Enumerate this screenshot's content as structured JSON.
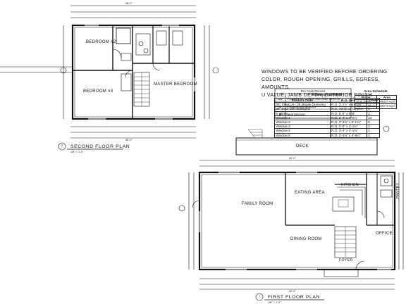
{
  "notes": {
    "line1": "Windows to be verified before ordering",
    "line2": "color, rough opening, grills, egress, amounts,",
    "line3": "U value, jamb depth, exterior finish"
  },
  "opening_schedule": {
    "title": "Opening Schedule",
    "headers": [
      "Product Code",
      "R.O. Size",
      "Count"
    ],
    "rows": [
      [
        "36\" Steel LH - 20 Minute Outswing",
        "R.O. 3'-2½\" x 6'-10½\"",
        "1"
      ],
      [
        "36\" Door with Sidelights",
        "R.O. Verify w/ supplier",
        "1"
      ],
      [
        "6' Slider",
        "R.O. 6'-0\" x 6'-8\"",
        "2"
      ],
      [
        "Window 1",
        "R.O. 2'-4\" x 4'-5¾\"",
        "13"
      ],
      [
        "Window 2",
        "R.O. 2'-3¾\" x 3'-1¾\"",
        "5"
      ],
      [
        "Window 3",
        "R.O. 2'-0\" x 4'-1¾\"",
        "2"
      ],
      [
        "Window 4",
        "R.O. 3'-4\" x 4'-1¾\"",
        "1"
      ],
      [
        "Window 5",
        "R.O. 2'-4¾\" x 4'-8¼\"",
        "2"
      ]
    ]
  },
  "fire_devices": {
    "title": "Fire Code Devices",
    "items": [
      {
        "symbol": "CO",
        "label": "Photoelectric Carbon Monoxide Detector"
      },
      {
        "symbol": "S",
        "label": "Photoelectric Detector"
      },
      {
        "symbol": "H",
        "label": "Heat Detector"
      }
    ]
  },
  "area_schedule": {
    "title": "Area Schedule",
    "headers": [
      "Name",
      "Area"
    ],
    "rows": [
      [
        "First Floor",
        "1662.0 sq ft"
      ],
      [
        "Second Floor",
        "1067.8 sq ft"
      ]
    ]
  },
  "second_floor": {
    "title": "Second Floor Plan",
    "scale": "1/8\" = 1'-0\"",
    "dim_top": "38'-0\"",
    "dim_bottom": "38'-0\"",
    "rooms": [
      "Bedroom #2",
      "Bedroom #3",
      "Master Bedroom"
    ],
    "marker": "2"
  },
  "first_floor": {
    "title": "First Floor Plan",
    "scale": "1/8\" = 1'-0\"",
    "dim_top": "42'-0\"",
    "dim_bottom": "42'-0\"",
    "rooms": [
      "Deck",
      "Kitchen",
      "Eating Area",
      "Family Room",
      "Dining Room",
      "Foyer",
      "Office",
      "Pantry"
    ],
    "marker": "1"
  }
}
